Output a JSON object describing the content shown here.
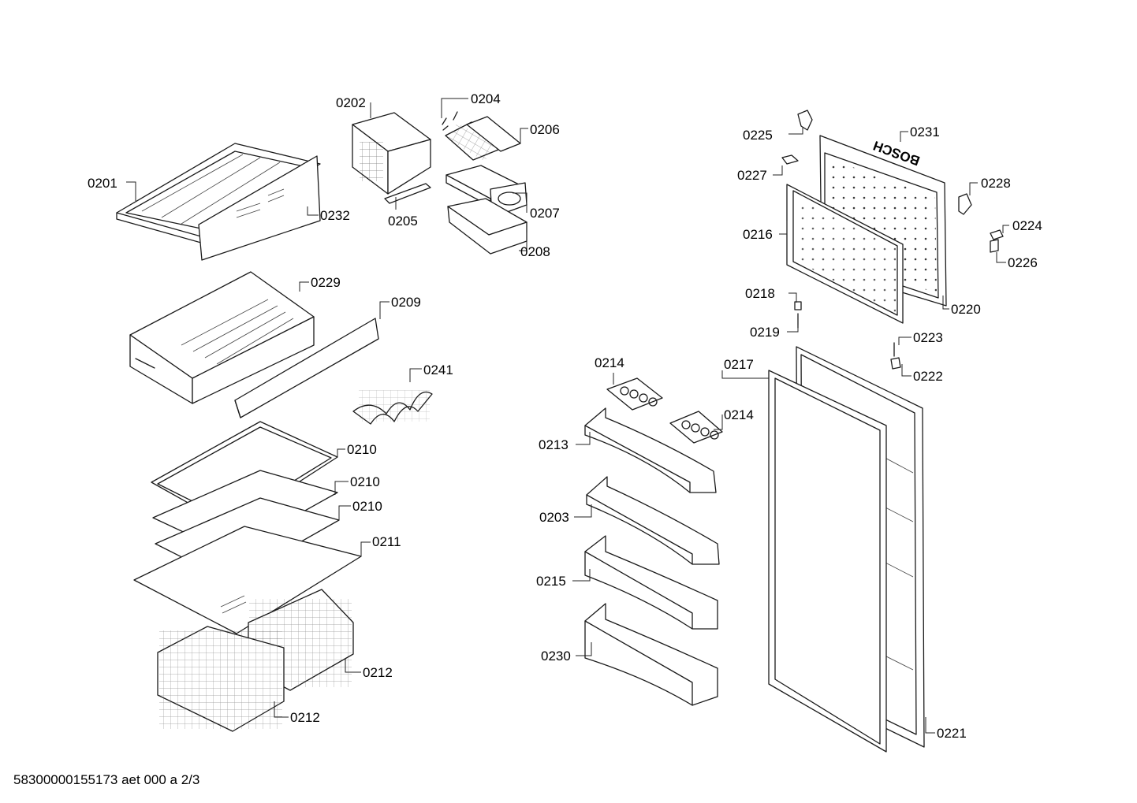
{
  "document_id": "58300000155173 aet 000 a 2/3",
  "brand_mark": "BOSCH",
  "parts": {
    "p0201": "0201",
    "p0202": "0202",
    "p0203": "0203",
    "p0204": "0204",
    "p0205": "0205",
    "p0206": "0206",
    "p0207": "0207",
    "p0208": "0208",
    "p0209": "0209",
    "p0210a": "0210",
    "p0210b": "0210",
    "p0210c": "0210",
    "p0211": "0211",
    "p0212a": "0212",
    "p0212b": "0212",
    "p0213": "0213",
    "p0214a": "0214",
    "p0214b": "0214",
    "p0215": "0215",
    "p0216": "0216",
    "p0217": "0217",
    "p0218": "0218",
    "p0219": "0219",
    "p0220": "0220",
    "p0221": "0221",
    "p0222": "0222",
    "p0223": "0223",
    "p0224": "0224",
    "p0225": "0225",
    "p0226": "0226",
    "p0227": "0227",
    "p0228": "0228",
    "p0229": "0229",
    "p0230": "0230",
    "p0231": "0231",
    "p0232": "0232",
    "p0241": "0241"
  }
}
